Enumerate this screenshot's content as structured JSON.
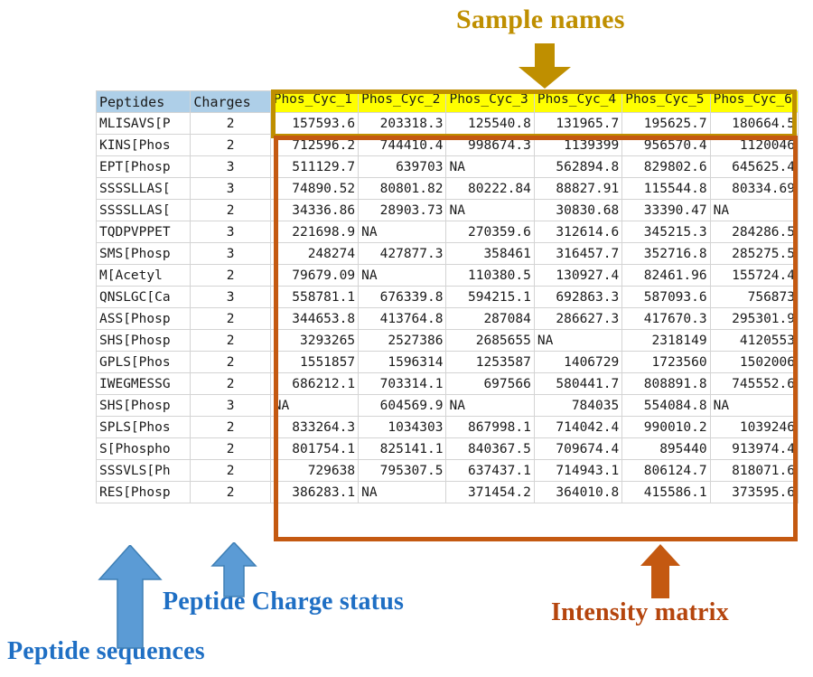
{
  "annotations": {
    "sample_names": "Sample names",
    "peptide_charge_status": "Peptide Charge status",
    "peptide_sequences": "Peptide sequences",
    "intensity_matrix": "Intensity matrix"
  },
  "colors": {
    "sample_names_label": "#BF8F00",
    "blue_label": "#1F6FC4",
    "intensity_label": "#B5450D",
    "header_band": "#AECFE8",
    "sample_header_fill": "#FFFF00",
    "yellow_box_border": "#BF8F00",
    "orange_box_border": "#C45911",
    "blue_arrow": "#5B9BD5",
    "gold_arrow": "#BF8F00",
    "orange_arrow": "#C45911"
  },
  "table": {
    "headers": {
      "peptides": "Peptides",
      "charges": "Charges",
      "samples": [
        "Phos_Cyc_1",
        "Phos_Cyc_2",
        "Phos_Cyc_3",
        "Phos_Cyc_4",
        "Phos_Cyc_5",
        "Phos_Cyc_6"
      ]
    },
    "rows": [
      {
        "peptide": "MLISAVS[P",
        "charge": "2",
        "values": [
          "157593.6",
          "203318.3",
          "125540.8",
          "131965.7",
          "195625.7",
          "180664.5"
        ]
      },
      {
        "peptide": "KINS[Phos",
        "charge": "2",
        "values": [
          "712596.2",
          "744410.4",
          "998674.3",
          "1139399",
          "956570.4",
          "1120046"
        ]
      },
      {
        "peptide": "EPT[Phosp",
        "charge": "3",
        "values": [
          "511129.7",
          "639703",
          "NA",
          "562894.8",
          "829802.6",
          "645625.4"
        ]
      },
      {
        "peptide": "SSSSLLAS[",
        "charge": "3",
        "values": [
          "74890.52",
          "80801.82",
          "80222.84",
          "88827.91",
          "115544.8",
          "80334.69"
        ]
      },
      {
        "peptide": "SSSSLLAS[",
        "charge": "2",
        "values": [
          "34336.86",
          "28903.73",
          "NA",
          "30830.68",
          "33390.47",
          "NA"
        ]
      },
      {
        "peptide": "TQDPVPPET",
        "charge": "3",
        "values": [
          "221698.9",
          "NA",
          "270359.6",
          "312614.6",
          "345215.3",
          "284286.5"
        ]
      },
      {
        "peptide": "SMS[Phosp",
        "charge": "3",
        "values": [
          "248274",
          "427877.3",
          "358461",
          "316457.7",
          "352716.8",
          "285275.5"
        ]
      },
      {
        "peptide": "M[Acetyl",
        "charge": "2",
        "values": [
          "79679.09",
          "NA",
          "110380.5",
          "130927.4",
          "82461.96",
          "155724.4"
        ]
      },
      {
        "peptide": "QNSLGC[Ca",
        "charge": "3",
        "values": [
          "558781.1",
          "676339.8",
          "594215.1",
          "692863.3",
          "587093.6",
          "756873"
        ]
      },
      {
        "peptide": "ASS[Phosp",
        "charge": "2",
        "values": [
          "344653.8",
          "413764.8",
          "287084",
          "286627.3",
          "417670.3",
          "295301.9"
        ]
      },
      {
        "peptide": "SHS[Phosp",
        "charge": "2",
        "values": [
          "3293265",
          "2527386",
          "2685655",
          "NA",
          "2318149",
          "4120553"
        ]
      },
      {
        "peptide": "GPLS[Phos",
        "charge": "2",
        "values": [
          "1551857",
          "1596314",
          "1253587",
          "1406729",
          "1723560",
          "1502006"
        ]
      },
      {
        "peptide": "IWEGMESSG",
        "charge": "2",
        "values": [
          "686212.1",
          "703314.1",
          "697566",
          "580441.7",
          "808891.8",
          "745552.6"
        ]
      },
      {
        "peptide": "SHS[Phosp",
        "charge": "3",
        "values": [
          "NA",
          "604569.9",
          "NA",
          "784035",
          "554084.8",
          "NA"
        ]
      },
      {
        "peptide": "SPLS[Phos",
        "charge": "2",
        "values": [
          "833264.3",
          "1034303",
          "867998.1",
          "714042.4",
          "990010.2",
          "1039246"
        ]
      },
      {
        "peptide": "S[Phospho",
        "charge": "2",
        "values": [
          "801754.1",
          "825141.1",
          "840367.5",
          "709674.4",
          "895440",
          "913974.4"
        ]
      },
      {
        "peptide": "SSSVLS[Ph",
        "charge": "2",
        "values": [
          "729638",
          "795307.5",
          "637437.1",
          "714943.1",
          "806124.7",
          "818071.6"
        ]
      },
      {
        "peptide": "RES[Phosp",
        "charge": "2",
        "values": [
          "386283.1",
          "NA",
          "371454.2",
          "364010.8",
          "415586.1",
          "373595.6"
        ]
      }
    ]
  }
}
